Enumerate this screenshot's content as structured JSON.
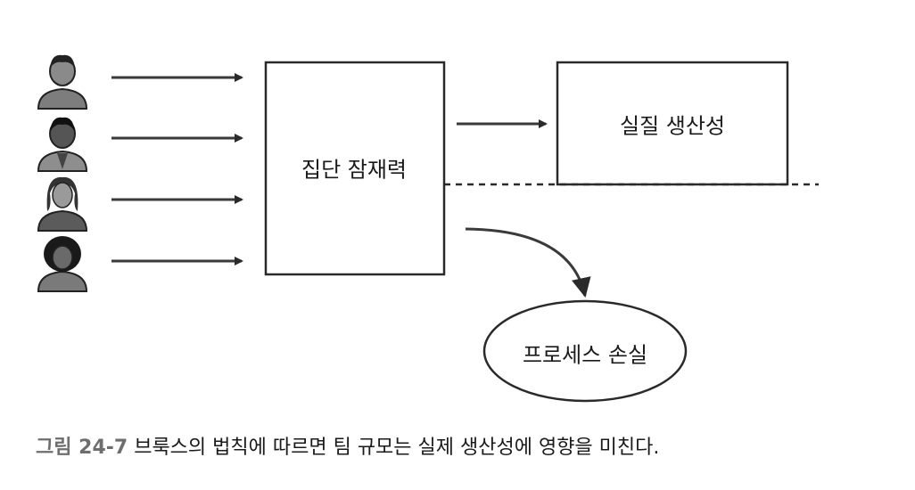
{
  "diagram": {
    "group_potential_label": "집단 잠재력",
    "actual_productivity_label": "실질 생산성",
    "process_loss_label": "프로세스 손실"
  },
  "caption": {
    "figure_label": "그림 24-7",
    "text": "브룩스의 법칙에 따르면 팀 규모는 실제 생산성에 영향을 미친다."
  }
}
